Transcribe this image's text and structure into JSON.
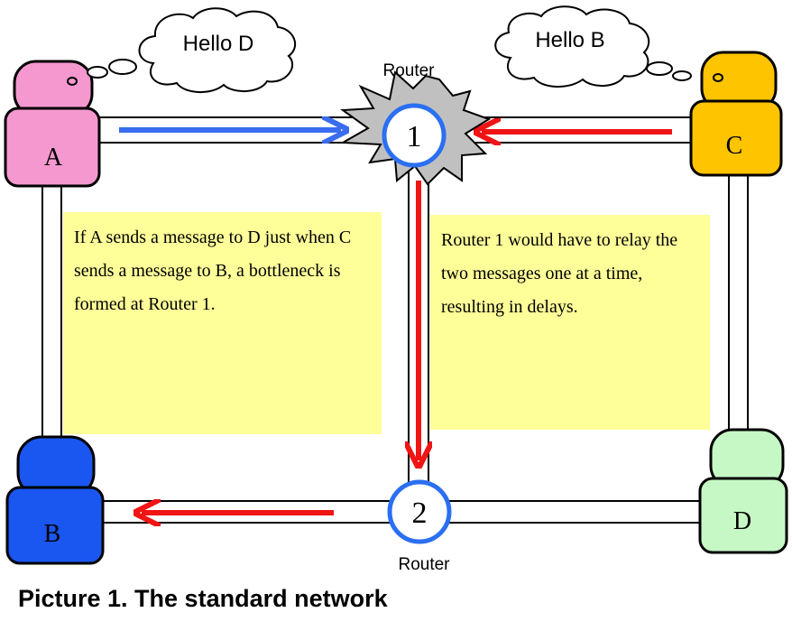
{
  "nodes": {
    "a": {
      "label": "A",
      "color": "#f598cf"
    },
    "b": {
      "label": "B",
      "color": "#1a56f0"
    },
    "c": {
      "label": "C",
      "color": "#ffc400"
    },
    "d": {
      "label": "D",
      "color": "#c6f8c6"
    }
  },
  "routers": [
    {
      "number": "1",
      "caption": "Router"
    },
    {
      "number": "2",
      "caption": "Router"
    }
  ],
  "bubbles": {
    "a": "Hello D",
    "c": "Hello B"
  },
  "notes": {
    "left": "If A sends a message to D just when C sends a message to B, a bottleneck is formed at Router 1.",
    "right": "Router 1 would have to relay the two messages one at a time, resulting in delays."
  },
  "caption": "Picture 1. The standard network",
  "colors": {
    "note_bg": "#ffff99",
    "arrow_blue": "#3a6cf0",
    "arrow_red": "#f01414",
    "router_ring": "#2b6ff2",
    "burst": "#c0c0c0"
  }
}
